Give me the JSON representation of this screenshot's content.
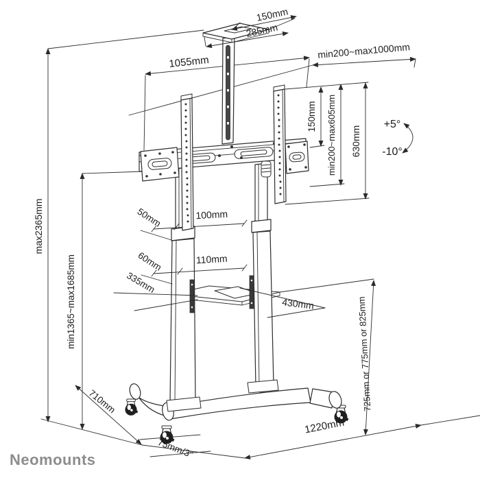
{
  "brand": {
    "logo": "Neomounts",
    "logo_color": "#8d8d8d"
  },
  "colors": {
    "line": "#2b2b2b",
    "background": "#ffffff"
  },
  "diagram": {
    "labels": {
      "tray_width": "150mm",
      "tray_depth": "285mm",
      "bracket_width": "1055mm",
      "tv_width_range": "min200~max1000mm",
      "rail_offset": "150mm",
      "vesa_height_range": "min200~max605mm",
      "rail_height": "630mm",
      "tilt_up": "+5°",
      "tilt_down": "-10°",
      "max_height": "max2365mm",
      "screen_center_height": "min1365~max1685mm",
      "upper_tube_diameter": "50mm",
      "upper_tube_width": "100mm",
      "lower_tube_diameter": "60mm",
      "lower_tube_width": "110mm",
      "shelf_offset": "335mm",
      "shelf_width": "430mm",
      "shelf_height_options": "725mm or 775mm or 825mm",
      "base_depth": "710mm",
      "base_width": "1220mm",
      "caster_height": "75mm/3\""
    }
  }
}
